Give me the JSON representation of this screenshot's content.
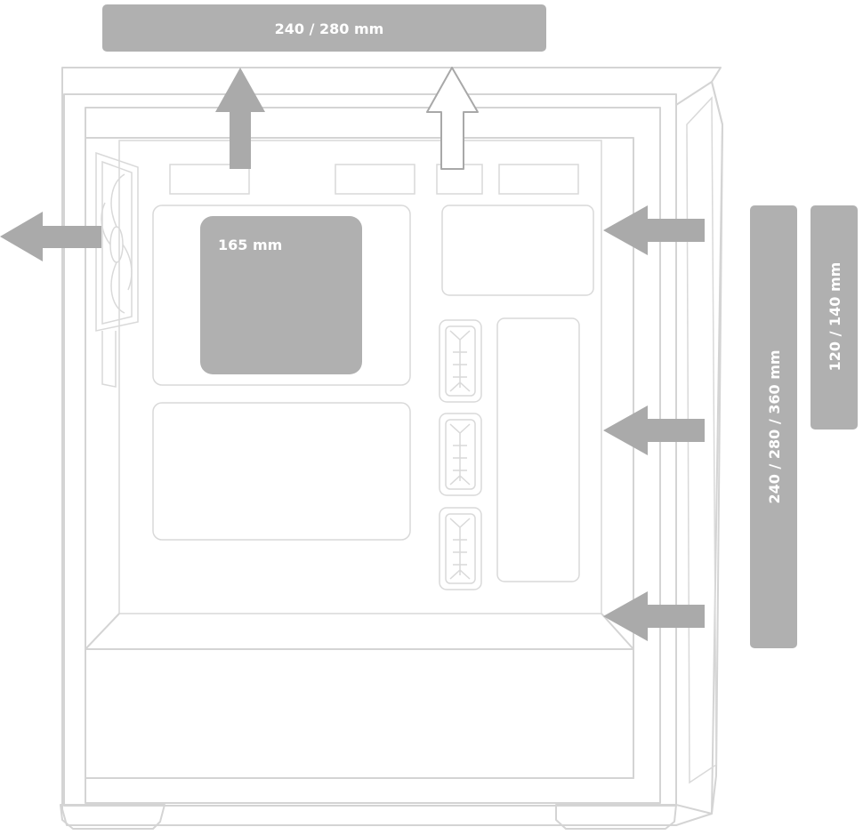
{
  "labels": {
    "top_radiator": "240 / 280 mm",
    "cpu_cooler_height": "165 mm",
    "front_radiator": "240 / 280 / 360 mm",
    "front_fan": "120 / 140 mm"
  },
  "colors": {
    "label_bar": "#b0b0b0",
    "arrow": "#aaaaaa",
    "case_outline": "#d4d4d4"
  }
}
